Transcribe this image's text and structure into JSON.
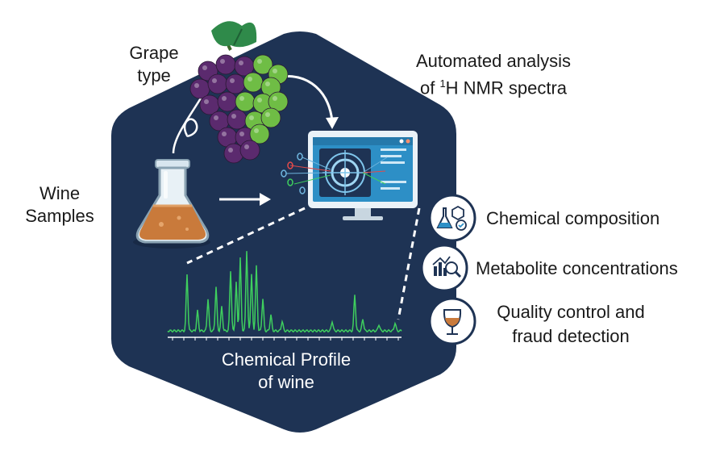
{
  "labels": {
    "grape_line1": "Grape",
    "grape_line2": "type",
    "wine_line1": "Wine",
    "wine_line2": "Samples",
    "analysis_line1": "Automated analysis",
    "analysis_line2_pre": "of ",
    "analysis_sup": "1",
    "analysis_line2_post": "H NMR spectra",
    "profile_line1": "Chemical Profile",
    "profile_line2": "of wine"
  },
  "features": [
    {
      "icon": "flask-molecule-icon",
      "line1": "Chemical composition",
      "line2": ""
    },
    {
      "icon": "chart-magnifier-icon",
      "line1": "Metabolite concentrations",
      "line2": ""
    },
    {
      "icon": "wine-glass-icon",
      "line1": "Quality control and",
      "line2": "fraud detection"
    }
  ],
  "colors": {
    "hexagon": "#1e3354",
    "spectrum": "#3fcf5e",
    "wine": "#c97a3b",
    "grape_purple": "#5b2a6e",
    "grape_green": "#6fbd45",
    "screen": "#2d8fc6",
    "badge_border": "#1e3354"
  }
}
